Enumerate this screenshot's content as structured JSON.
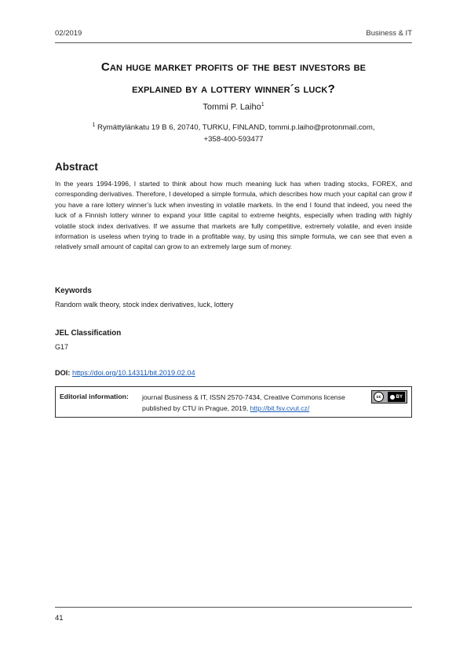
{
  "header": {
    "left": "02/2019",
    "right": "Business & IT"
  },
  "title": {
    "line1": "Can huge market profits of the best investors be",
    "line2": "explained by a lottery winner´s luck?"
  },
  "author": {
    "name": "Tommi P. Laiho",
    "sup": "1"
  },
  "affiliation": {
    "sup": "1",
    "line1": "Rymättylänkatu 19 B 6, 20740, TURKU, FINLAND, tommi.p.laiho@protonmail.com,",
    "line2": "+358-400-593477"
  },
  "abstract": {
    "heading": "Abstract",
    "body": "In the years 1994-1996, I started to think about how much meaning luck has when trading stocks, FOREX, and corresponding derivatives. Therefore, I developed a simple formula, which describes how much your capital can grow if you have a rare lottery winner’s luck when investing in volatile markets. In the end I found that indeed, you need the luck of a Finnish lottery winner to expand your little capital to extreme heights, especially when trading with highly volatile stock index derivatives.  If we assume that markets are fully competitive, extremely volatile, and even inside information is useless when trying to trade in a profitable way, by using this simple formula, we can see that even a relatively small amount of capital can grow to an extremely large sum of money."
  },
  "keywords": {
    "heading": "Keywords",
    "body": "Random walk theory, stock index derivatives, luck, lottery"
  },
  "jel": {
    "heading": "JEL Classification",
    "body": "G17"
  },
  "doi": {
    "label": "DOI:",
    "link": "https://doi.org/10.14311/bit.2019.02.04"
  },
  "editorial": {
    "label": "Editorial information:",
    "line1": "journal Business & IT, ISSN 2570-7434, Creative Commons license",
    "line2_prefix": "published by CTU in Prague, 2019, ",
    "link": "http://bit.fsv.cvut.cz/",
    "cc_text": "cc",
    "by_text": "BY"
  },
  "footer": {
    "page_number": "41"
  }
}
